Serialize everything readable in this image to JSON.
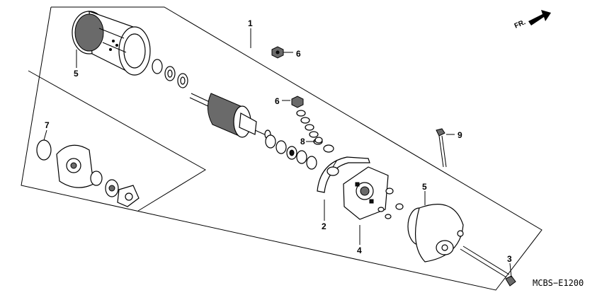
{
  "callouts": {
    "c1": "1",
    "c2": "2",
    "c3": "3",
    "c4": "4",
    "c5a": "5",
    "c5b": "5",
    "c6a": "6",
    "c6b": "6",
    "c7": "7",
    "c8": "8",
    "c9": "9"
  },
  "front_indicator": {
    "label": "FR.",
    "icon": "front-direction-arrow-icon"
  },
  "diagram_code": "MCBS−E1200",
  "colors": {
    "line": "#000000",
    "background": "#ffffff",
    "shade": "#6a6a6a"
  }
}
